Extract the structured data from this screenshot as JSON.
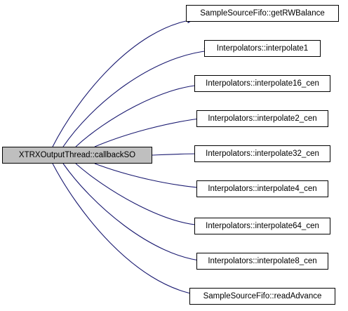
{
  "colors": {
    "edge": "#191970",
    "node_border": "#000000",
    "root_fill": "#bfbfbf",
    "node_fill": "#ffffff"
  },
  "root": {
    "label": "XTRXOutputThread::callbackSO"
  },
  "callees": [
    {
      "label": "SampleSourceFifo::getRWBalance"
    },
    {
      "label": "Interpolators::interpolate1"
    },
    {
      "label": "Interpolators::interpolate16_cen"
    },
    {
      "label": "Interpolators::interpolate2_cen"
    },
    {
      "label": "Interpolators::interpolate32_cen"
    },
    {
      "label": "Interpolators::interpolate4_cen"
    },
    {
      "label": "Interpolators::interpolate64_cen"
    },
    {
      "label": "Interpolators::interpolate8_cen"
    },
    {
      "label": "SampleSourceFifo::readAdvance"
    }
  ]
}
